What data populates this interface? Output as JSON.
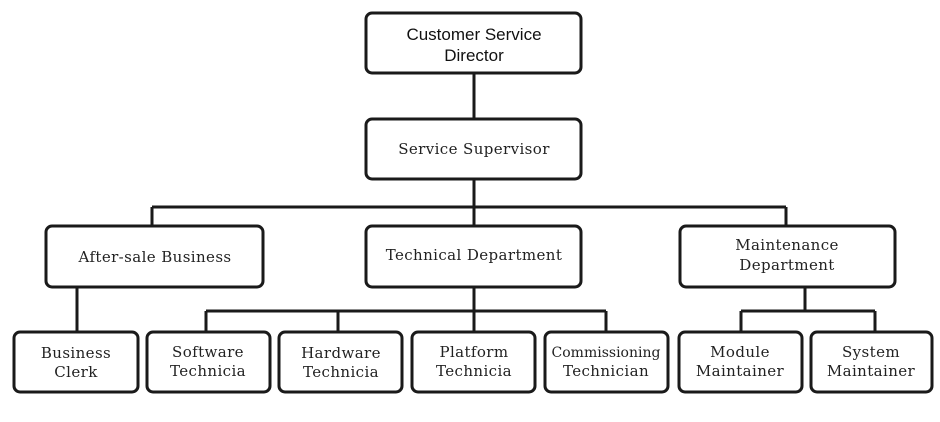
{
  "nodes": {
    "director": [
      "Customer Service",
      "Director"
    ],
    "supervisor": [
      "Service Supervisor"
    ],
    "after_sale": [
      "After-sale Business"
    ],
    "technical": [
      "Technical Department"
    ],
    "maintenance": [
      "Maintenance",
      "Department"
    ],
    "business_clerk": [
      "Business",
      "Clerk"
    ],
    "software": [
      "Software",
      "Technicia"
    ],
    "hardware": [
      "Hardware",
      "Technicia"
    ],
    "platform": [
      "Platform",
      "Technicia"
    ],
    "commissioning": [
      "Commissioning",
      "Technician"
    ],
    "module": [
      "Module",
      "Maintainer"
    ],
    "system": [
      "System",
      "Maintainer"
    ]
  }
}
